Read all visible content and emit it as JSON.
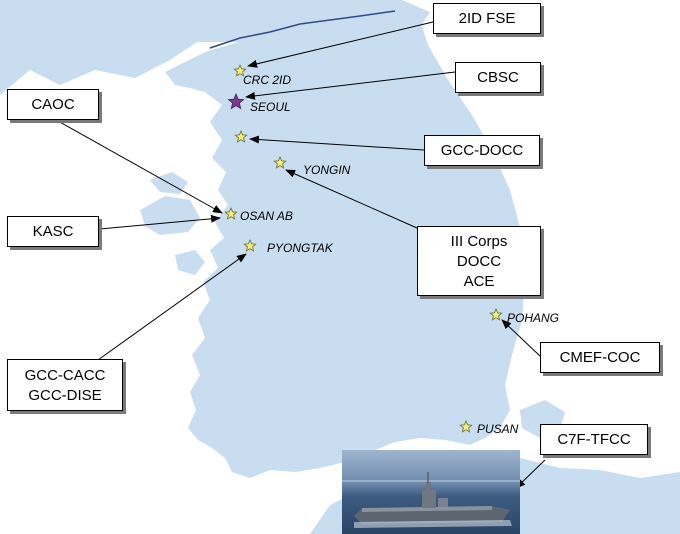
{
  "colors": {
    "land": "#c9ddf1",
    "sea": "#ffffff",
    "border_line": "#2f4b86",
    "star_fill": "#f4f07a",
    "seoul_star": "#7a3a8f",
    "arrow": "#000000"
  },
  "cities": {
    "crc2id": "CRC 2ID",
    "seoul": "SEOUL",
    "yongin": "YONGIN",
    "osan": "OSAN AB",
    "pyongtak": "PYONGTAK",
    "pohang": "POHANG",
    "pusan": "PUSAN"
  },
  "boxes": {
    "fse": "2ID FSE",
    "cbsc": "CBSC",
    "caoc": "CAOC",
    "gccdocc": "GCC-DOCC",
    "kasc": "KASC",
    "iiicorps": [
      "III Corps",
      "DOCC",
      "ACE"
    ],
    "gcccacc": [
      "GCC-CACC",
      "GCC-DISE"
    ],
    "cmef": "CMEF-COC",
    "c7f": "C7F-TFCC"
  },
  "icons": {
    "city_marker": "star-icon",
    "capital_marker": "capital-star-icon",
    "ship_photo": "aircraft-carrier-photo"
  }
}
